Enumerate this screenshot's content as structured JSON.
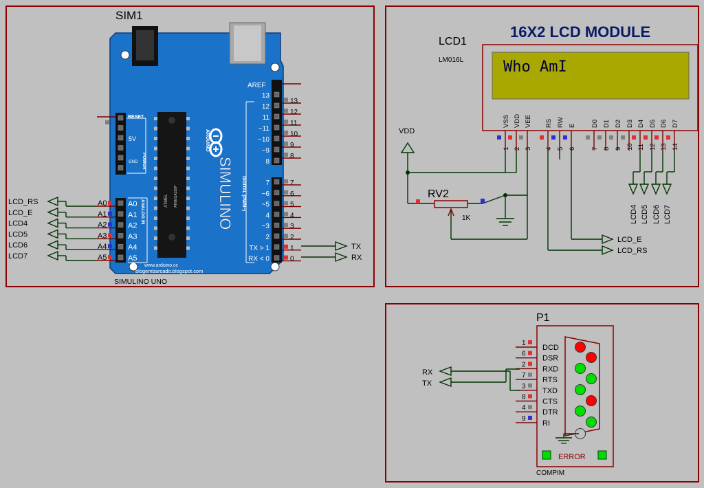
{
  "frames": {
    "arduino": {
      "ref": "SIM1",
      "model": "SIMULINO UNO",
      "brand": "SIMULINO",
      "arduino_logo": "ARDUINO",
      "chip_line1": "ATMEL",
      "chip_line2": "ATMEGA328P",
      "website1": "www.arduino.cc",
      "website2": "blogembarcado.blogspot.com",
      "reset_label": "RESET",
      "power_5v": "5V",
      "power_gnd": "GND",
      "power_title": "POWER",
      "analog_title": "ANALOG IN",
      "digital_title": "DIGITAL (PWM~)",
      "aref": "AREF",
      "digital_inner": [
        "13",
        "12",
        "11",
        "~11",
        "~10",
        "~9",
        "8",
        "7",
        "~6",
        "~5",
        "4",
        "~3",
        "2",
        "TX > 1",
        "RX < 0"
      ],
      "digital_inner_fixed": [
        "13",
        "12",
        "11",
        "~11",
        "~10",
        "~9",
        "8"
      ],
      "digital_low_inner": [
        "7",
        "~6",
        "~5",
        "4",
        "~3",
        "2",
        "TX > 1",
        "RX < 0"
      ],
      "digital_outer_high": [
        "13",
        "12",
        "11",
        "10",
        "9",
        "8"
      ],
      "digital_outer_low": [
        "7",
        "6",
        "5",
        "4",
        "3",
        "2",
        "1",
        "0"
      ],
      "analog_outer": [
        "A0",
        "A1",
        "A2",
        "A3",
        "A4",
        "A5"
      ],
      "analog_inner": [
        "A0",
        "A1",
        "A2",
        "A3",
        "A4",
        "A5"
      ],
      "analog_nets": [
        "LCD_RS",
        "LCD_E",
        "LCD4",
        "LCD5",
        "LCD6",
        "LCD7"
      ],
      "serial_nets": [
        "TX",
        "RX"
      ]
    },
    "lcd": {
      "ref": "LCD1",
      "model": "LM016L",
      "title": "16X2  LCD MODULE",
      "screen_text": "Who AmI",
      "pin_names": [
        "VSS",
        "VDD",
        "VEE",
        "RS",
        "RW",
        "E",
        "D0",
        "D1",
        "D2",
        "D3",
        "D4",
        "D5",
        "D6",
        "D7"
      ],
      "pin_numbers": [
        "1",
        "2",
        "3",
        "4",
        "5",
        "6",
        "7",
        "8",
        "9",
        "10",
        "11",
        "12",
        "13",
        "14"
      ],
      "vdd_label": "VDD",
      "pot_ref": "RV2",
      "pot_value": "1K",
      "data_nets": [
        "LCD4",
        "LCD5",
        "LCD6",
        "LCD7"
      ],
      "ctrl_nets": [
        "LCD_E",
        "LCD_RS"
      ]
    },
    "compim": {
      "ref": "P1",
      "model": "COMPIM",
      "error_label": "ERROR",
      "pin_numbers": [
        "1",
        "6",
        "2",
        "7",
        "3",
        "8",
        "4",
        "9"
      ],
      "pin_names": [
        "DCD",
        "DSR",
        "RXD",
        "RTS",
        "TXD",
        "CTS",
        "DTR",
        "RI"
      ],
      "nets": [
        "RX",
        "TX"
      ]
    }
  },
  "colors": {
    "background": "#c0c0c0",
    "frame": "#8b0000",
    "board": "#1a73c9",
    "lcd_screen": "#a8a800",
    "lcd_text": "#00003a",
    "wire": "#003300",
    "led_red": "#ff0000",
    "led_green": "#00dd00",
    "pin_red": "#e03030",
    "pin_blue": "#3030d0",
    "pin_gray": "#808080"
  }
}
